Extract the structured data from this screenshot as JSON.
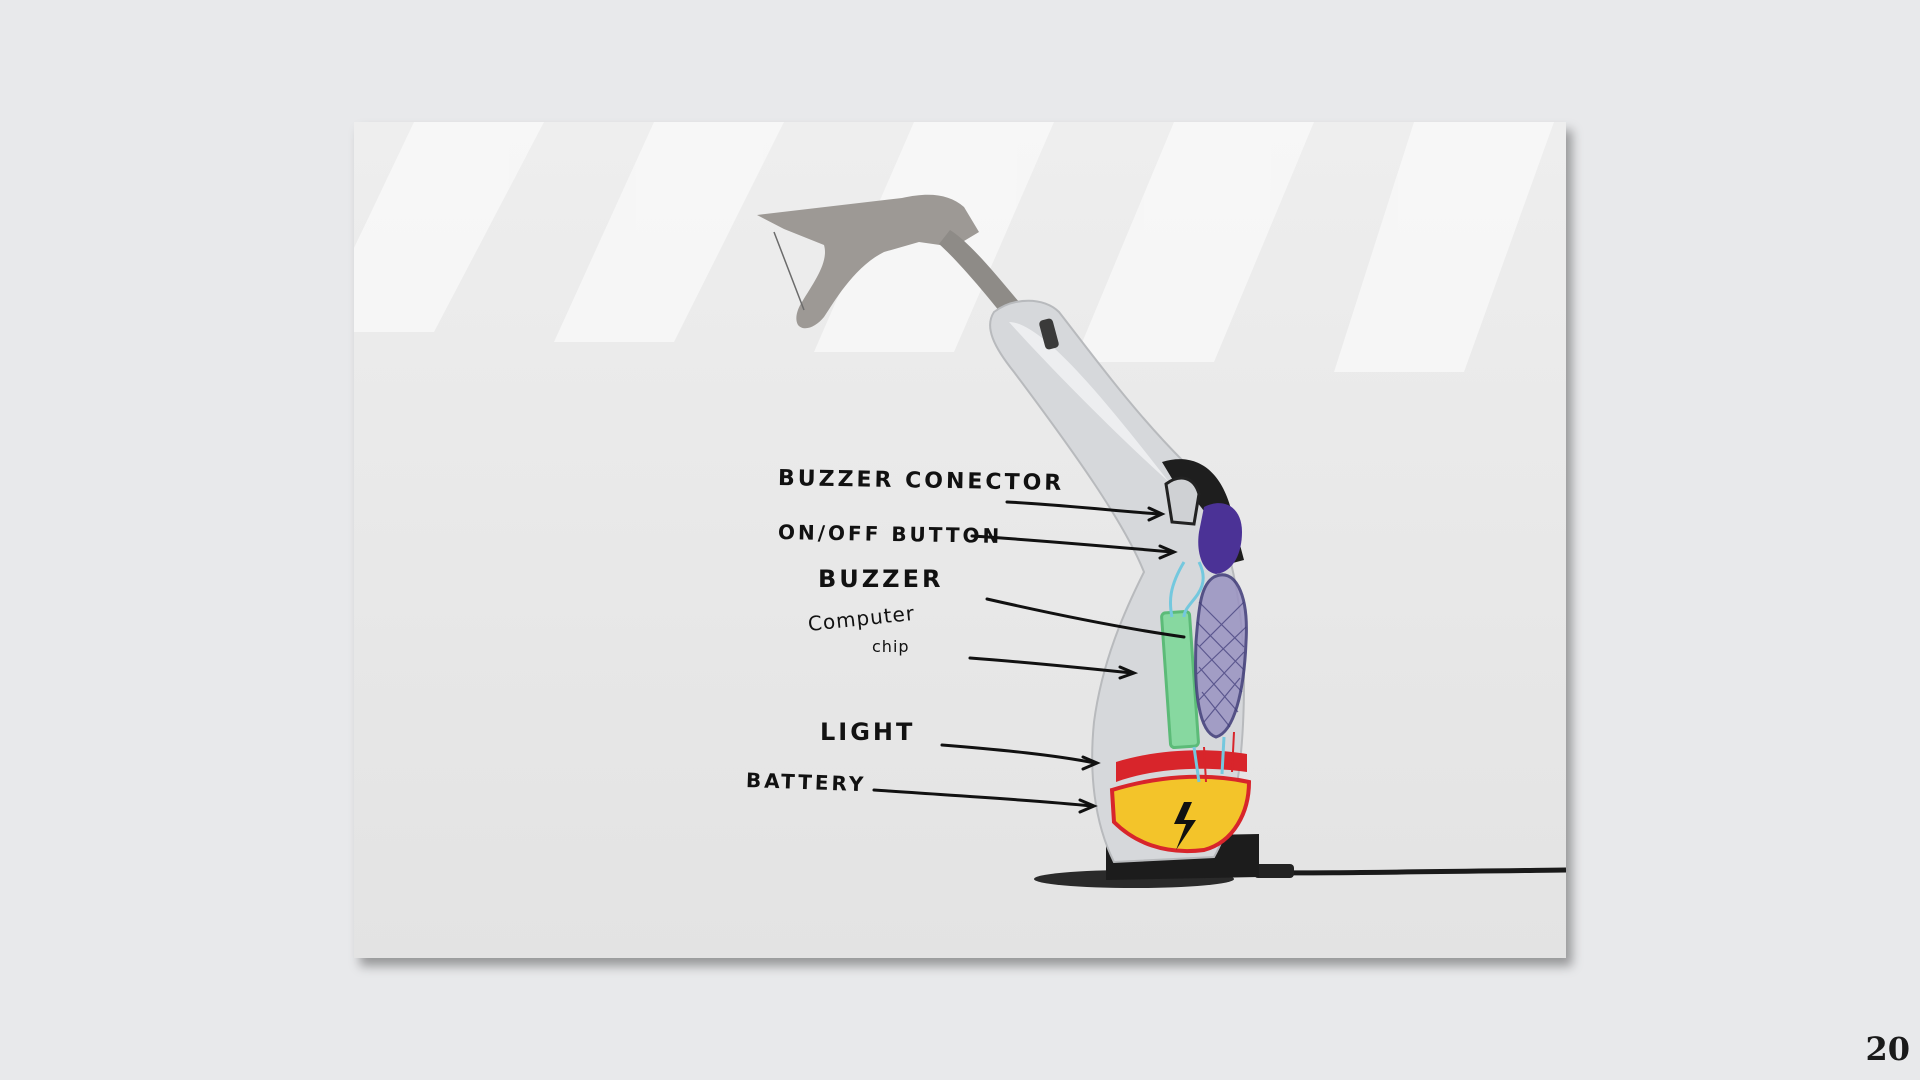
{
  "slide": {
    "page_number": "20"
  },
  "annotations": {
    "buzzer_connector": "BUZZER CONECTOR",
    "on_off_button": "ON/OFF BUTTON",
    "buzzer": "BUZZER",
    "computer_chip_line1": "Computer",
    "computer_chip_line2": "chip",
    "light": "LIGHT",
    "battery": "BATTERY"
  },
  "colors": {
    "background": "#e8e9eb",
    "card": "#ececec",
    "device_body": "#d7d9dc",
    "device_base": "#1c1c1c",
    "sketch_purple": "#4b3296",
    "sketch_green": "#6fcf8a",
    "sketch_red": "#d8252b",
    "sketch_yellow": "#f3c42a",
    "sketch_blue": "#74c8de",
    "ink": "#111111"
  }
}
